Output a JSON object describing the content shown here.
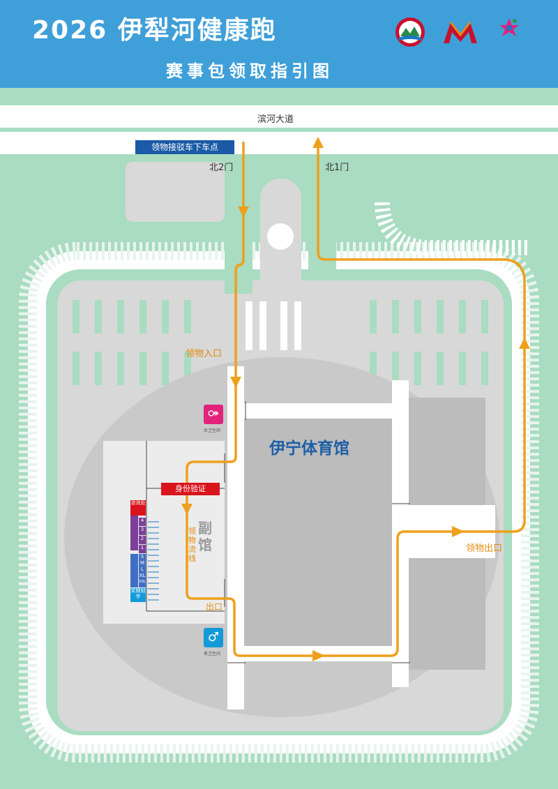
{
  "header": {
    "title": "2026 伊犁河健康跑",
    "subtitle": "赛事包领取指引图"
  },
  "roads": {
    "main_road": "滨河大道",
    "gate_north_2": "北2门",
    "gate_north_1": "北1门"
  },
  "signs": {
    "shuttle_drop_off": "领物接驳车下车点",
    "pickup_entrance": "领物入口",
    "pickup_exit": "领物出口",
    "id_verification": "身份验证",
    "pickup_flow": "领物流线",
    "exit": "出口"
  },
  "buildings": {
    "venue": "伊宁体育馆",
    "annex": "副馆"
  },
  "toilets": {
    "female_label": "女卫生间",
    "male_label": "男卫生间"
  },
  "desks": {
    "info": "咨询处",
    "bib_numbers": [
      "1",
      "2",
      "3",
      "4"
    ],
    "sizes": [
      "S",
      "M",
      "L",
      "XL",
      "XXL"
    ],
    "medal": "奖牌刻字"
  },
  "colors": {
    "header_blue": "#3f9fd9",
    "ground_green": "#a9dcc1",
    "flow_orange": "#eea01c",
    "sign_blue": "#1a5aa6",
    "sign_red": "#d9141d",
    "female_pink": "#e3227c",
    "male_blue": "#149ad9"
  }
}
